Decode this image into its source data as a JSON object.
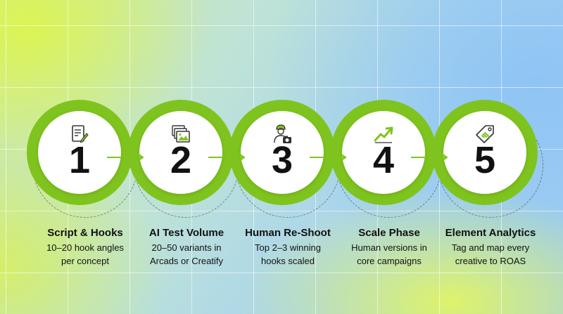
{
  "steps": [
    {
      "number": "1",
      "icon": "document-pen-icon",
      "title": "Script & Hooks",
      "line1": "10–20 hook angles",
      "line2": "per concept"
    },
    {
      "number": "2",
      "icon": "image-stack-icon",
      "title": "AI Test Volume",
      "line1": "20–50 variants in",
      "line2": "Arcads or Creatify"
    },
    {
      "number": "3",
      "icon": "person-camera-icon",
      "title": "Human Re-Shoot",
      "line1": "Top 2–3 winning",
      "line2": "hooks scaled"
    },
    {
      "number": "4",
      "icon": "trend-up-icon",
      "title": "Scale Phase",
      "line1": "Human versions in",
      "line2": "core campaigns"
    },
    {
      "number": "5",
      "icon": "price-tag-icon",
      "title": "Element Analytics",
      "line1": "Tag and map every",
      "line2": "creative to ROAS"
    }
  ],
  "colors": {
    "accent": "#7fc41e",
    "arrow": "#7fc41e",
    "text": "#111111"
  }
}
